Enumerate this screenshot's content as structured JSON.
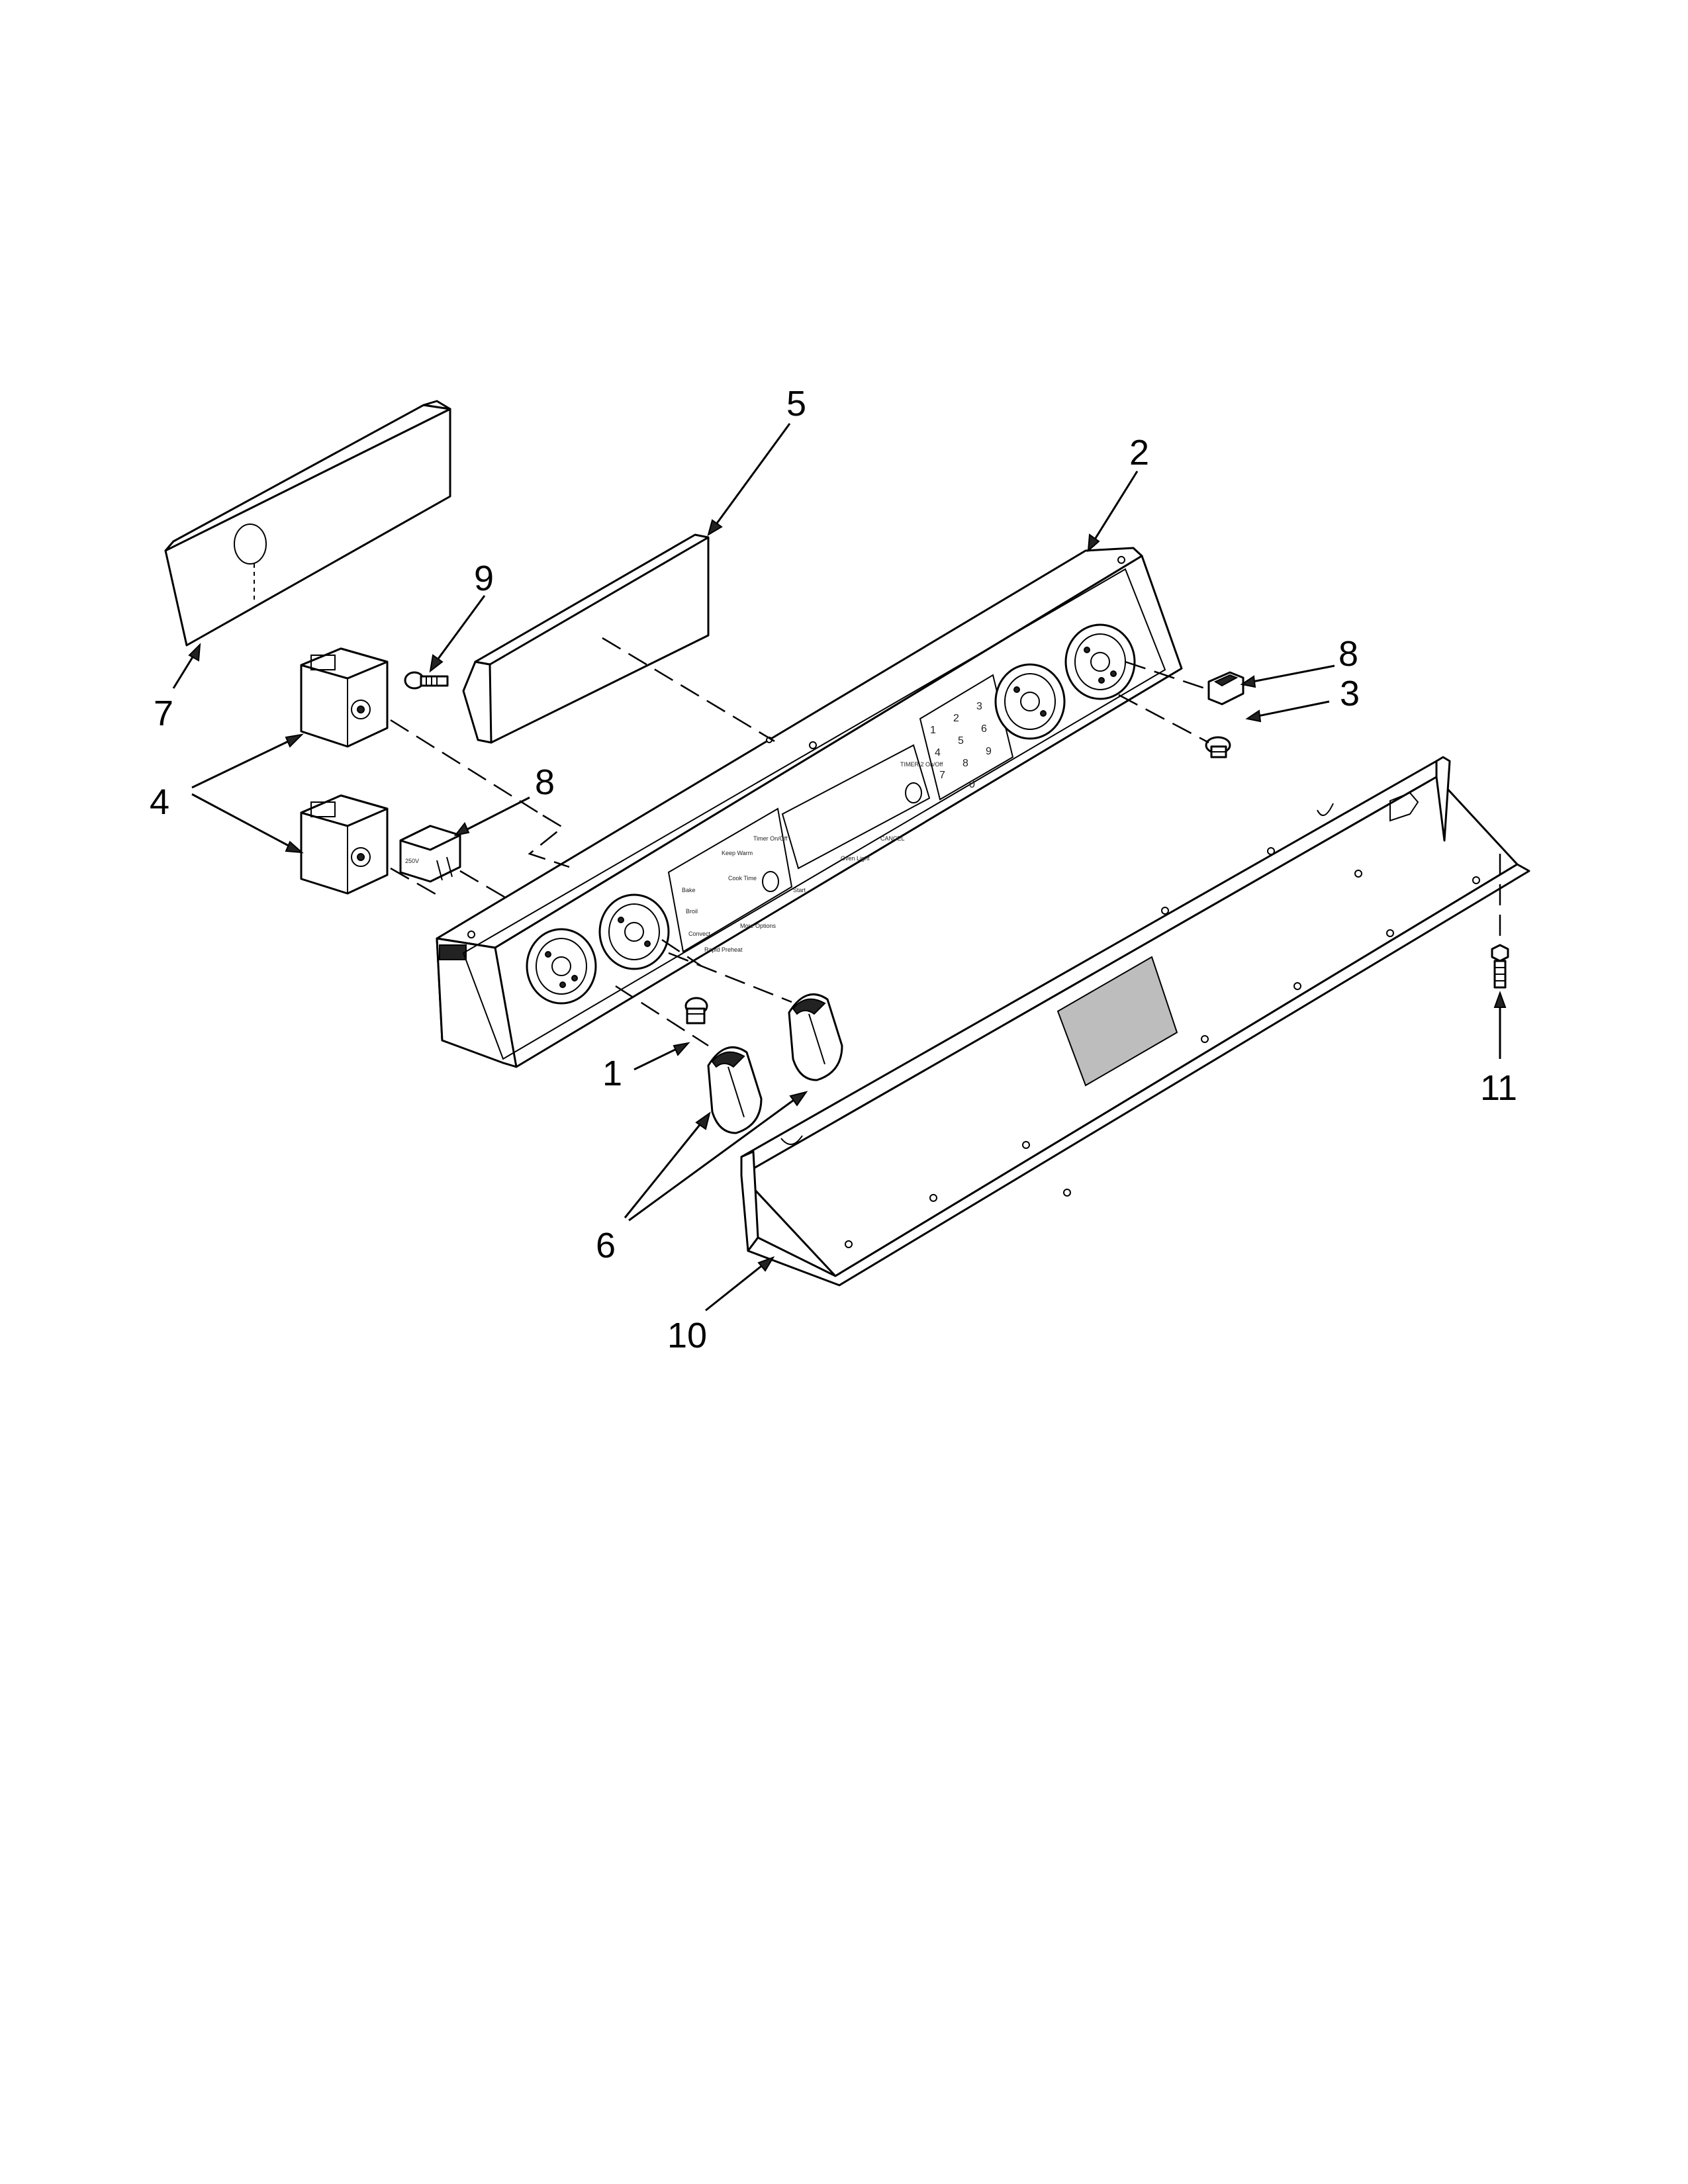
{
  "figure": {
    "callouts": [
      {
        "id": "c1",
        "label": "1"
      },
      {
        "id": "c2",
        "label": "2"
      },
      {
        "id": "c3",
        "label": "3"
      },
      {
        "id": "c4",
        "label": "4"
      },
      {
        "id": "c5",
        "label": "5"
      },
      {
        "id": "c6",
        "label": "6"
      },
      {
        "id": "c7",
        "label": "7"
      },
      {
        "id": "c8a",
        "label": "8"
      },
      {
        "id": "c8b",
        "label": "8"
      },
      {
        "id": "c9",
        "label": "9"
      },
      {
        "id": "c10",
        "label": "10"
      },
      {
        "id": "c11",
        "label": "11"
      }
    ],
    "panel_text": {
      "bake": "Bake",
      "broil": "Broil",
      "convect": "Convect",
      "rapid_preheat": "Rapid Preheat",
      "keep_warm": "Keep Warm",
      "cook_time": "Cook Time",
      "more_options": "More Options",
      "timer": "Timer On/Off",
      "timer2": "TIMER 2 On/Off",
      "start": "Start",
      "oven_light": "Oven Light",
      "cancel": "CANCEL"
    },
    "keypad": [
      "1",
      "2",
      "3",
      "4",
      "5",
      "6",
      "7",
      "8",
      "9",
      "0"
    ],
    "switch_rating": "250V"
  }
}
